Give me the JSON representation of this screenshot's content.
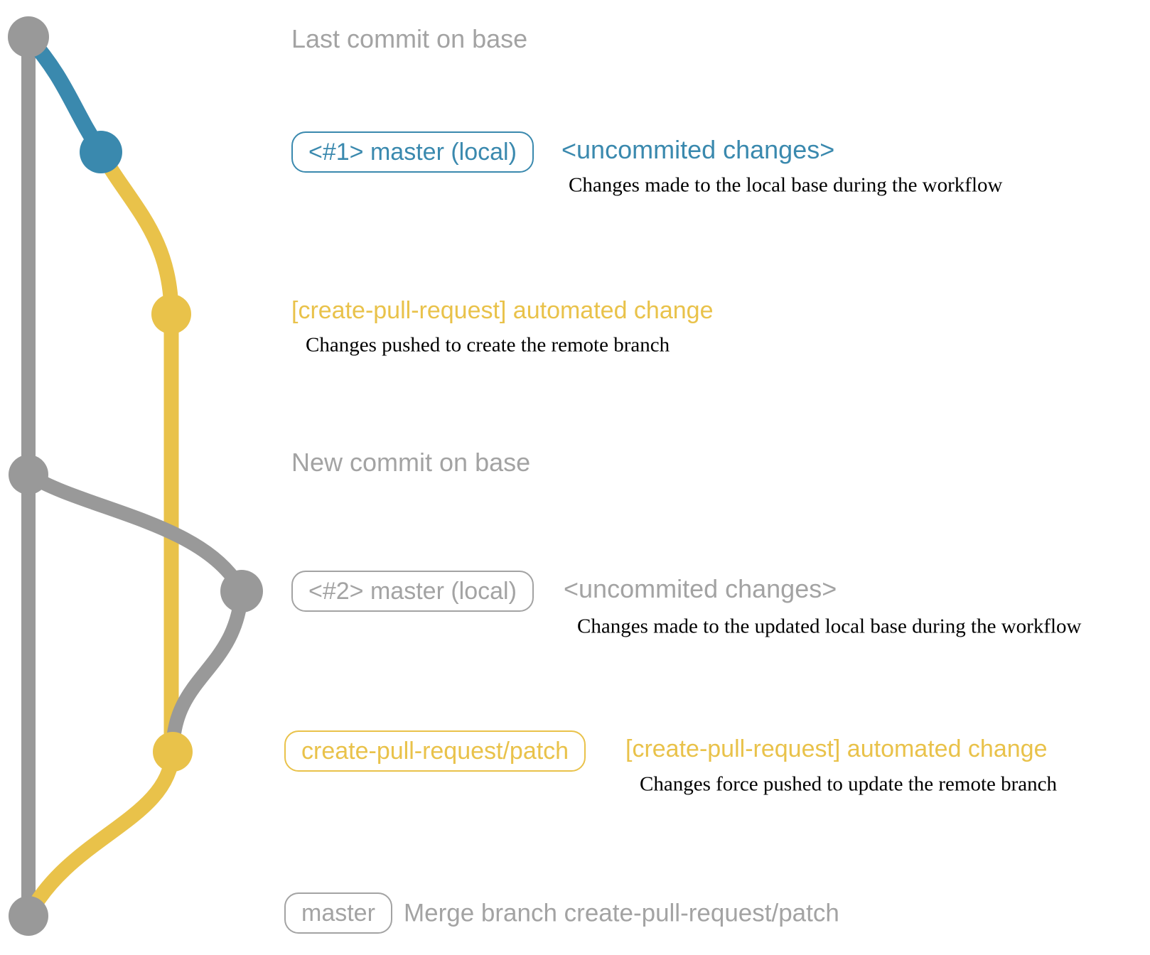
{
  "colors": {
    "graph_gray": "#999999",
    "text_gray": "#a3a3a3",
    "blue": "#3a89ae",
    "yellow": "#e9c24a",
    "note_black": "#000000"
  },
  "rows": {
    "last_commit": {
      "label": "Last commit on base"
    },
    "branch1": {
      "tag": "<#1> master (local)",
      "status": "<uncommited changes>",
      "note": "Changes made to the local base during the workflow"
    },
    "push1": {
      "title": "[create-pull-request] automated change",
      "note": "Changes pushed to create the remote branch"
    },
    "new_commit": {
      "label": "New commit on base"
    },
    "branch2": {
      "tag": "<#2> master (local)",
      "status": "<uncommited changes>",
      "note": "Changes made to the updated local base during the workflow"
    },
    "push2": {
      "tag": "create-pull-request/patch",
      "title": "[create-pull-request] automated change",
      "note": "Changes force pushed to update the remote branch"
    },
    "merge": {
      "tag": "master",
      "label": "Merge branch create-pull-request/patch"
    }
  }
}
